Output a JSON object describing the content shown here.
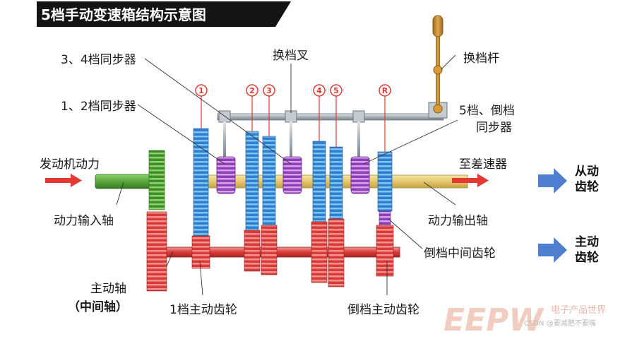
{
  "title": "5档手动变速箱结构示意图",
  "labels": {
    "sync34": "3、4档同步器",
    "sync12": "1、2档同步器",
    "fork": "换档叉",
    "lever": "换档杆",
    "sync5r_line1": "5档、倒档",
    "sync5r_line2": "同步器",
    "engine_power": "发动机动力",
    "to_diff": "至差速器",
    "input_shaft": "动力输入轴",
    "output_shaft": "动力输出轴",
    "reverse_idler": "倒档中间齿轮",
    "main_shaft_line1": "主动轴",
    "main_shaft_line2": "（中间轴）",
    "gear1_drive": "1档主动齿轮",
    "reverse_drive": "倒档主动齿轮"
  },
  "gear_markers": [
    "1",
    "2",
    "3",
    "4",
    "5",
    "R"
  ],
  "legend": {
    "driven_line1": "从动",
    "driven_line2": "齿轮",
    "driving_line1": "主动",
    "driving_line2": "齿轮"
  },
  "watermark": {
    "logo": "EEPW",
    "tagline": "电子产品世界",
    "credit": "CSDN @要减肥不要嘴"
  },
  "colors": {
    "title_bg": "#141414",
    "driven_gear": "#2f7fd0",
    "driving_gear": "#d93a3a",
    "synchronizer": "#a44fc4",
    "input_shaft": "#5aa63c",
    "output_shaft": "#e4c66a",
    "shift_rod": "#a9b2ba",
    "lever": "#c58a2e",
    "arrow": "#e23a32",
    "legend_arrow": "#4f7fcf",
    "watermark": "#f2c4b6"
  }
}
